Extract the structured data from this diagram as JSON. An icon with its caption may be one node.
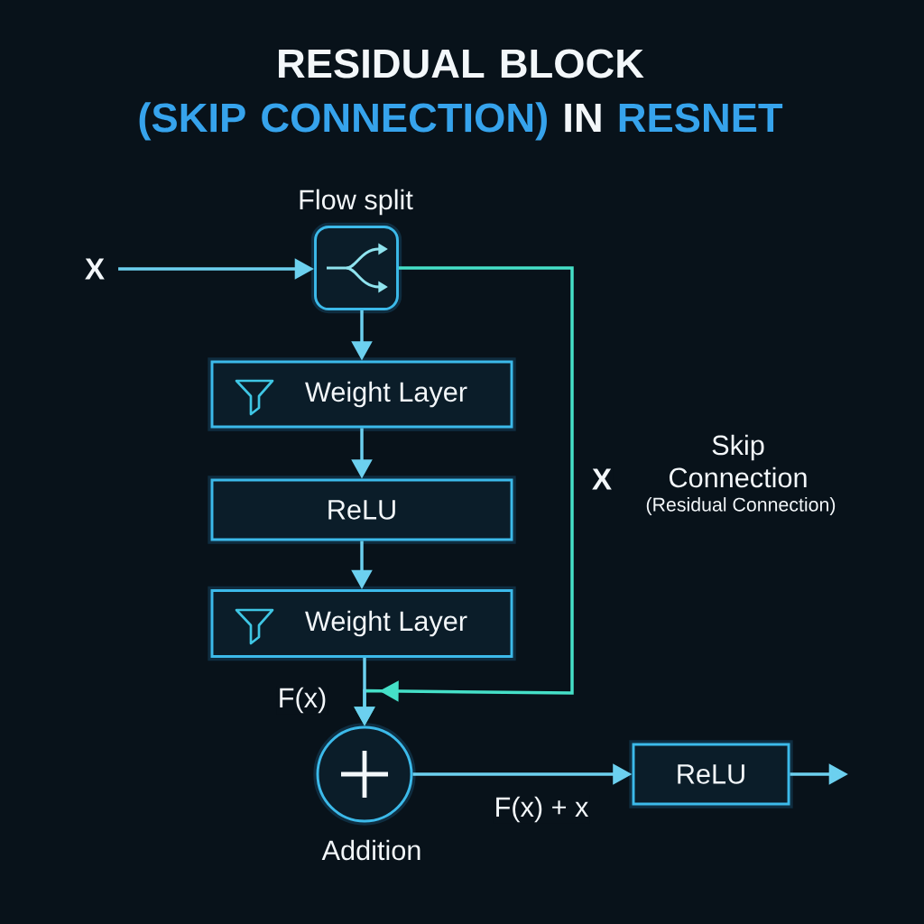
{
  "diagram": {
    "title": "RESIDUAL BLOCK (SKIP CONNECTION) IN RESNET",
    "nodes": [
      {
        "text": [
          "X"
        ]
      },
      {
        "text": [
          "Flow split"
        ]
      },
      {
        "text": [
          "Weight Layer"
        ]
      },
      {
        "text": [
          "ReLU"
        ]
      },
      {
        "text": [
          "Weight Layer"
        ]
      },
      {
        "text": [],
        "shape": "circle",
        "beside": [
          "Addition"
        ]
      },
      {
        "text": [
          "ReLU"
        ]
      }
    ],
    "edges": [
      {
        "from": 0,
        "to": 1,
        "arrow": "to"
      },
      {
        "from": 1,
        "to": 2,
        "arrow": "to"
      },
      {
        "from": 2,
        "to": 3,
        "arrow": "to"
      },
      {
        "from": 3,
        "to": 4,
        "arrow": "to"
      },
      {
        "from": 4,
        "to": 5,
        "arrow": "to",
        "label": "F(x)"
      },
      {
        "from": 1,
        "to": 5,
        "arrow": "to",
        "label": "X",
        "color": "#45e0c8"
      },
      {
        "from": 5,
        "to": 6,
        "arrow": "to",
        "label": "F(x) + x"
      },
      {
        "from": 6,
        "to": null,
        "arrow": "to"
      }
    ],
    "labels": [
      "Skip Connection",
      "(Residual Connection)"
    ]
  }
}
